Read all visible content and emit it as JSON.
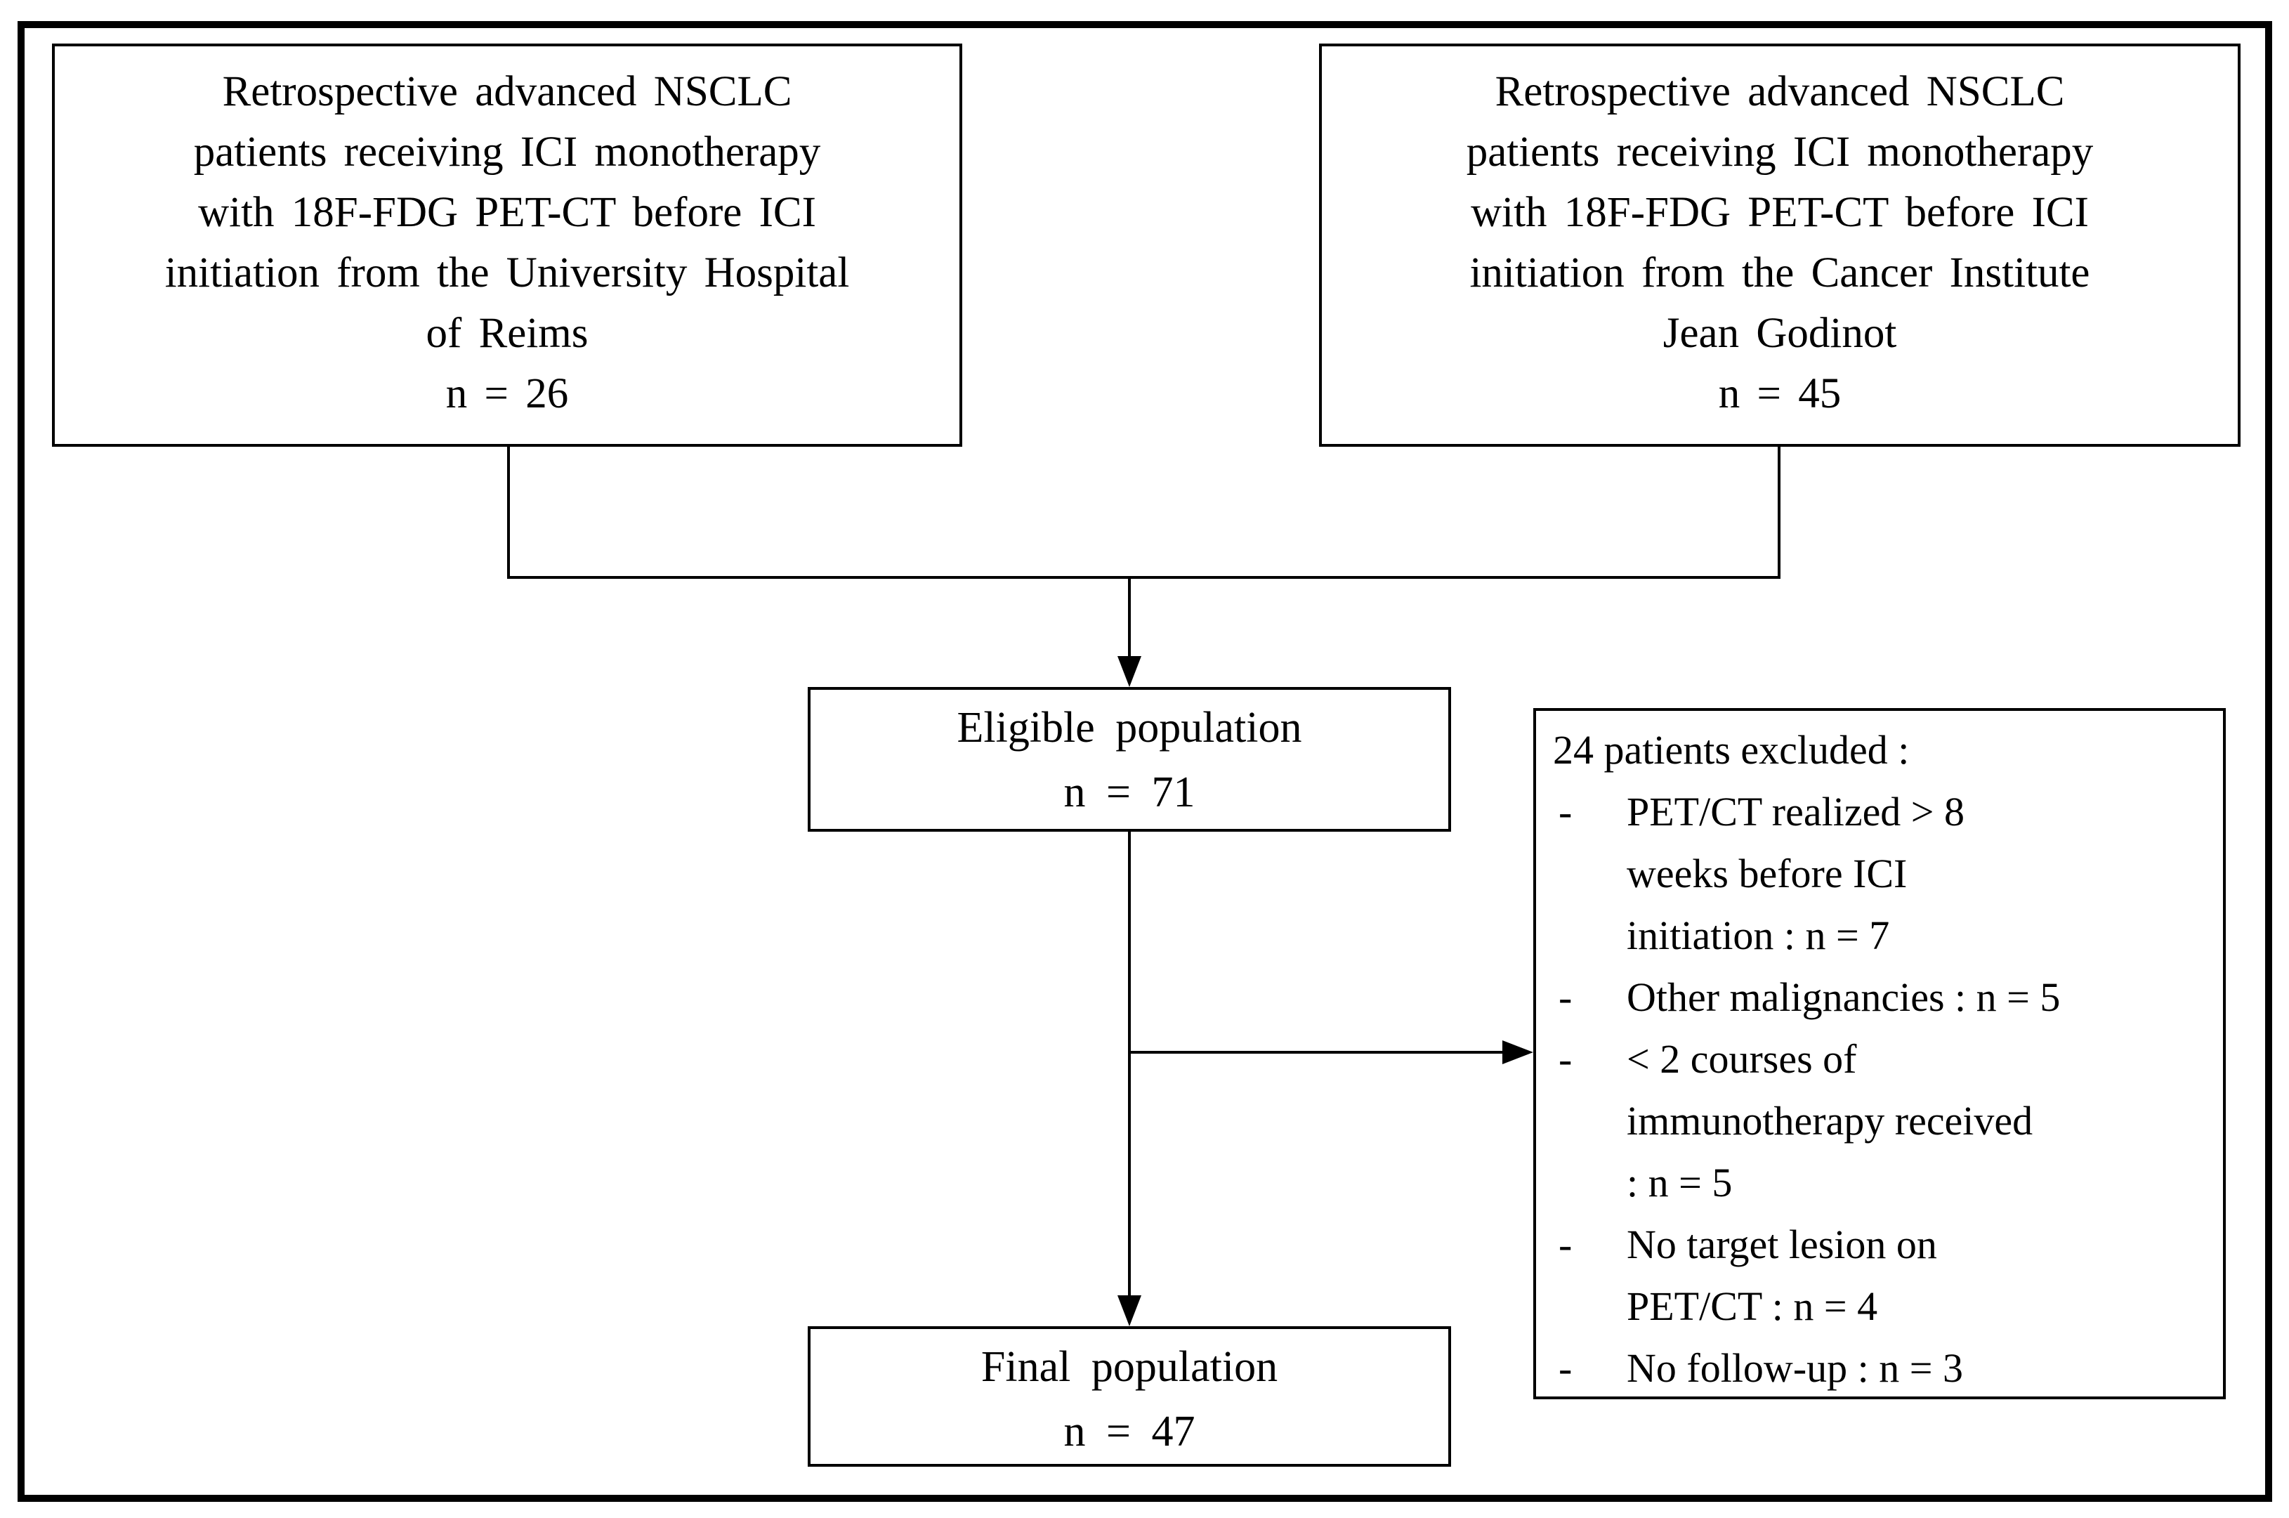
{
  "diagram_type": "flowchart",
  "boxes": {
    "source_left": {
      "text": "Retrospective advanced NSCLC\npatients receiving ICI monotherapy\nwith 18F-FDG PET-CT before ICI\ninitiation from the University Hospital\nof Reims\nn = 26"
    },
    "source_right": {
      "text": "Retrospective advanced NSCLC\npatients receiving ICI monotherapy\nwith 18F-FDG PET-CT before ICI\ninitiation from the Cancer Institute\nJean Godinot\nn = 45"
    },
    "eligible": {
      "text": "Eligible population\nn = 71"
    },
    "excluded": {
      "heading": "24 patients excluded :",
      "items": [
        {
          "marker": "-",
          "text": "PET/CT realized > 8\nweeks before ICI\ninitiation : n = 7"
        },
        {
          "marker": "-",
          "text": "Other malignancies : n = 5"
        },
        {
          "marker": "-",
          "text": "< 2 courses of\nimmunotherapy received\n: n = 5"
        },
        {
          "marker": "-",
          "text": "No target lesion on\nPET/CT : n = 4"
        },
        {
          "marker": "-",
          "text": "No follow-up : n = 3"
        }
      ]
    },
    "final": {
      "text": "Final population\nn = 47"
    }
  },
  "colors": {
    "background": "#ffffff",
    "line": "#000000",
    "text": "#000000"
  }
}
